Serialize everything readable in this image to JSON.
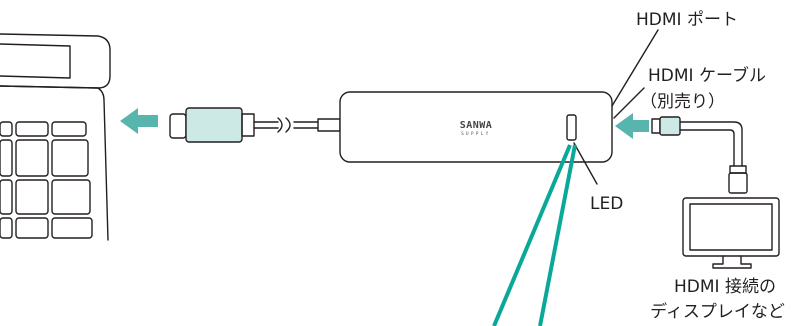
{
  "labels": {
    "hdmi_port": "HDMI ポート",
    "hdmi_cable_line1": "HDMI ケーブル",
    "hdmi_cable_line2": "（別売り）",
    "led": "LED",
    "display_line1": "HDMI 接続の",
    "display_line2": "ディスプレイなど"
  },
  "brand": {
    "name": "SANWA",
    "sub": "SUPPLY"
  },
  "colors": {
    "arrow": "#57b5ad",
    "connector_fill": "#cde9e6",
    "teal_line": "#0aa898",
    "outline": "#231f20"
  }
}
